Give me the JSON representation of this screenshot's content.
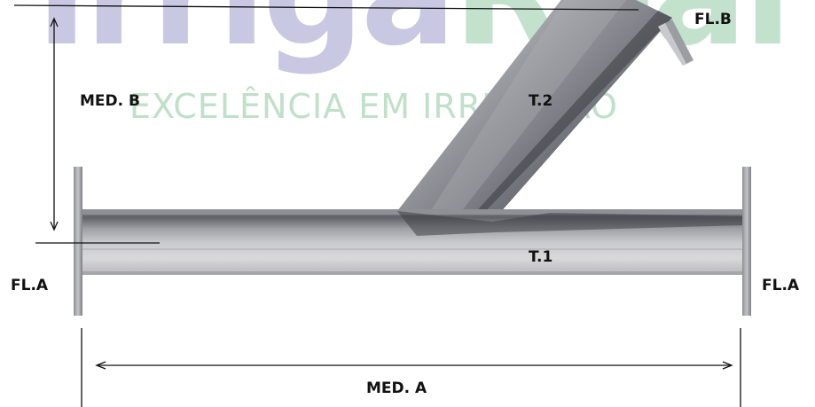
{
  "watermark": {
    "brand_part1": "Irriga",
    "brand_part2": "Real",
    "tagline": "EXCELÊNCIA EM IRRIGAÇÃO",
    "colors": {
      "brand_part1": "#c9c8e3",
      "brand_part2": "#c3e2cd"
    }
  },
  "labels": {
    "flange_b": "FL.B",
    "measure_b": "MED. B",
    "branch_pipe": "T.2",
    "main_pipe": "T.1",
    "flange_a_left": "FL.A",
    "flange_a_right": "FL.A",
    "measure_a": "MED. A"
  },
  "colors": {
    "pipe_light": "#d9d9db",
    "pipe_dark": "#5e6066",
    "line": "#111111",
    "text": "#111111"
  }
}
